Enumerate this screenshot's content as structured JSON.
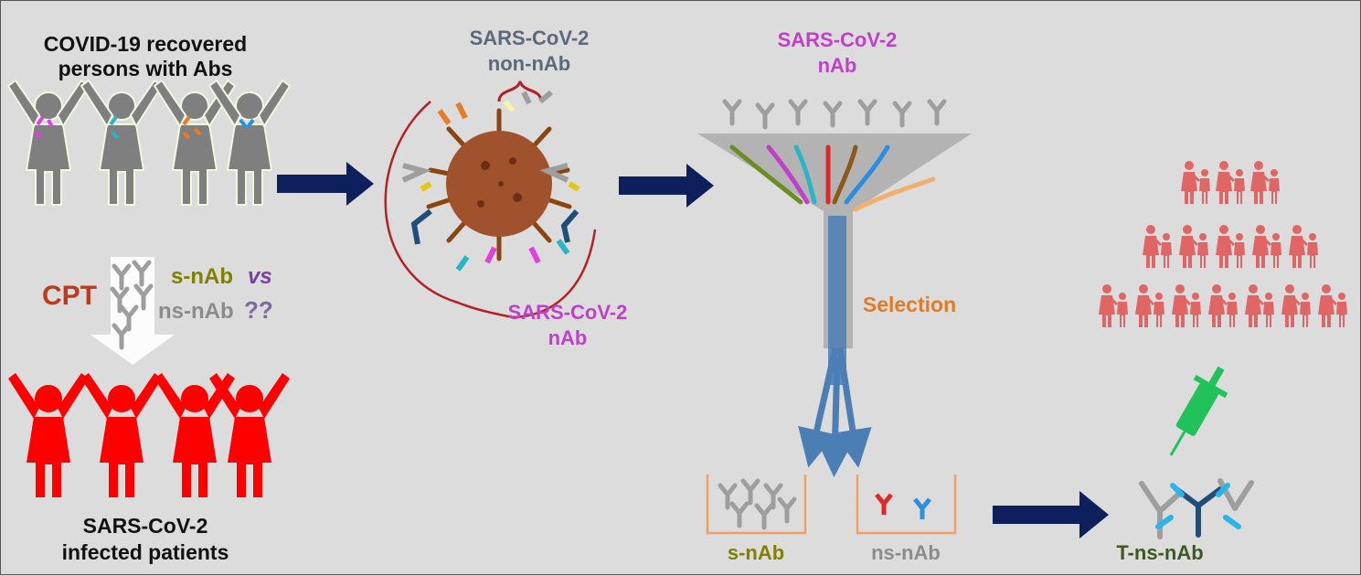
{
  "labels": {
    "recovered_line1": "COVID-19 recovered",
    "recovered_line2": "persons with Abs",
    "infected_line1": "SARS-CoV-2",
    "infected_line2": "infected patients",
    "cpt": "CPT",
    "s_nab": "s-nAb",
    "vs": "vs",
    "ns_nab": "ns-nAb",
    "question": "??",
    "non_nab_line1": "SARS-CoV-2",
    "non_nab_line2": "non-nAb",
    "virus_nab_line1": "SARS-CoV-2",
    "virus_nab_line2": "nAb",
    "funnel_nab_line1": "SARS-CoV-2",
    "funnel_nab_line2": "nAb",
    "selection": "Selection",
    "bin_s_nab": "s-nAb",
    "bin_ns_nab": "ns-nAb",
    "t_ns_nab": "T-ns-nAb"
  },
  "colors": {
    "background": "#dcdcdc",
    "recovered_figure": "#7f7f7f",
    "infected_figure": "#ff0000",
    "population_figure": "#e06666",
    "dark_arrow": "#0d1f5c",
    "selection_blue": "#4a7eb5",
    "funnel_gray": "#a6a6a6",
    "cpt_red": "#c0391b",
    "olive": "#808000",
    "gray_text": "#8c8c8c",
    "slate_text": "#5a6a7a",
    "magenta_text": "#b040c0",
    "orange_text": "#e07b28",
    "dark_green_text": "#3d5a1e",
    "syringe_green": "#22c25a",
    "virus_brown": "#a0522d",
    "bracket_red": "#b22222"
  }
}
